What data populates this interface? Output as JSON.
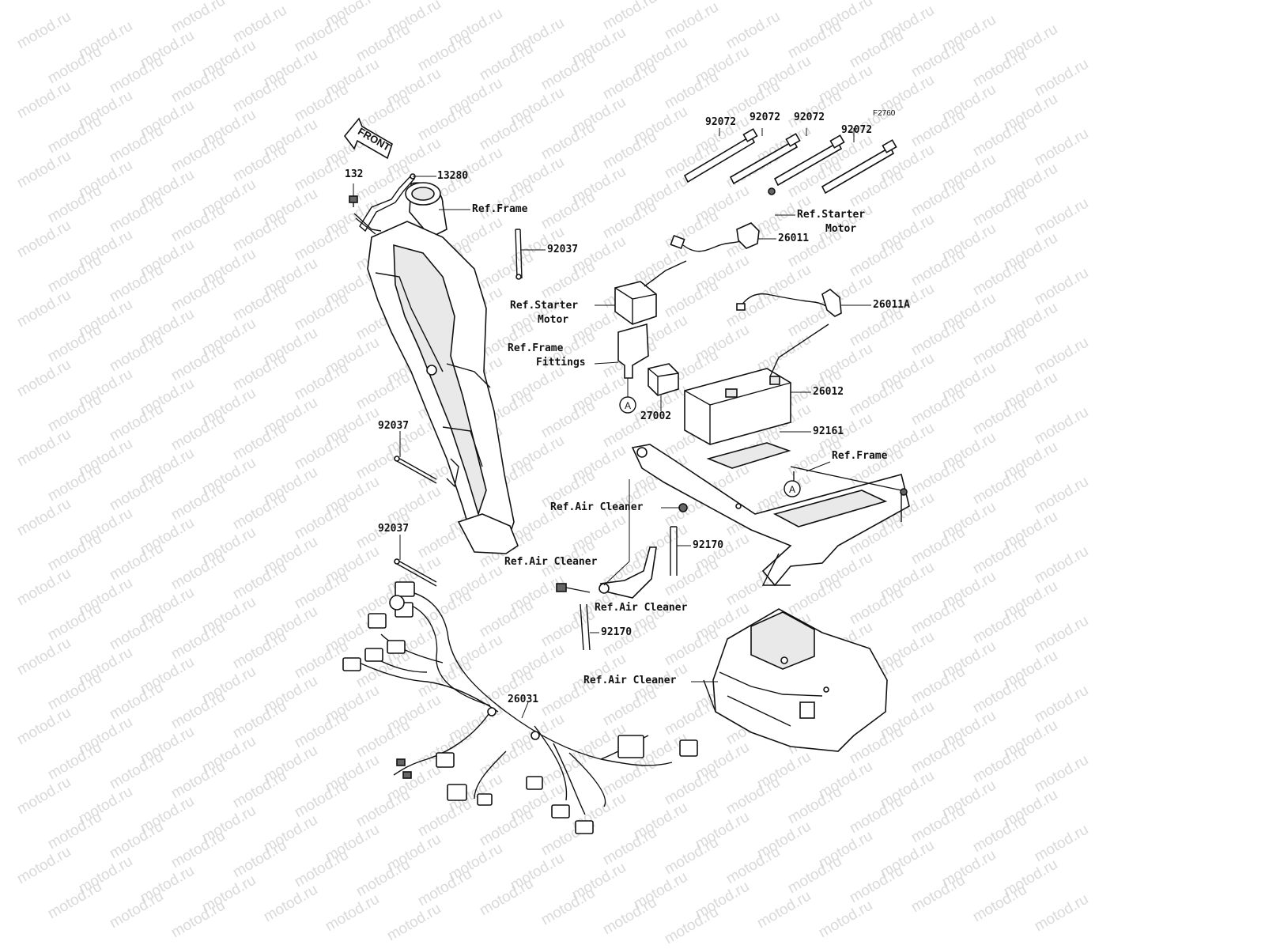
{
  "watermark": "motod.ru",
  "figure_code": "F2760",
  "front_label": "FRONT",
  "callout_marker": "A",
  "labels": {
    "p132": "132",
    "p13280": "13280",
    "ref_frame_top": "Ref.Frame",
    "p92037_top": "92037",
    "p92037_mid": "92037",
    "p92037_low": "92037",
    "p92072_1": "92072",
    "p92072_2": "92072",
    "p92072_3": "92072",
    "p92072_4": "92072",
    "ref_starter_motor_right_1": "Ref.Starter",
    "ref_starter_motor_right_2": "Motor",
    "p26011": "26011",
    "p26011A": "26011A",
    "ref_starter_motor_left_1": "Ref.Starter",
    "ref_starter_motor_left_2": "Motor",
    "ref_frame_fittings_1": "Ref.Frame",
    "ref_frame_fittings_2": "Fittings",
    "p26012": "26012",
    "p27002": "27002",
    "p92161": "92161",
    "ref_frame_right": "Ref.Frame",
    "ref_air_cleaner_1": "Ref.Air Cleaner",
    "ref_air_cleaner_2": "Ref.Air Cleaner",
    "ref_air_cleaner_3": "Ref.Air Cleaner",
    "ref_air_cleaner_4": "Ref.Air Cleaner",
    "p92170_top": "92170",
    "p92170_low": "92170",
    "p26031": "26031"
  }
}
